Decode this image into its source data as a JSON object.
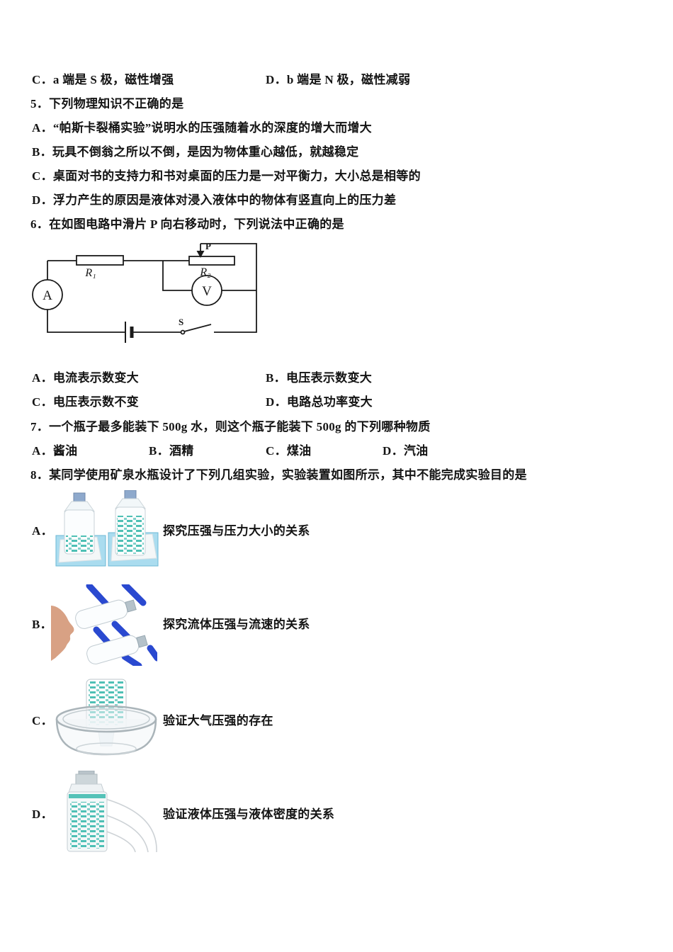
{
  "q4": {
    "option_c": "C．a 端是 S 极，磁性增强",
    "option_d": "D．b 端是 N 极，磁性减弱"
  },
  "q5": {
    "stem": "5．下列物理知识不正确的是",
    "option_a": "A．“帕斯卡裂桶实验”说明水的压强随着水的深度的增大而增大",
    "option_b": "B．玩具不倒翁之所以不倒，是因为物体重心越低，就越稳定",
    "option_c": "C．桌面对书的支持力和书对桌面的压力是一对平衡力，大小总是相等的",
    "option_d": "D．浮力产生的原因是液体对浸入液体中的物体有竖直向上的压力差"
  },
  "q6": {
    "stem": "6．在如图电路中滑片 P 向右移动时，下列说法中正确的是",
    "circuit": {
      "ammeter_label": "A",
      "voltmeter_label": "V",
      "resistor1_label": "R₁",
      "resistor2_label": "R₂",
      "slider_label": "P",
      "switch_label": "S"
    },
    "option_a": "A．电流表示数变大",
    "option_b": "B．电压表示数变大",
    "option_c": "C．电压表示数不变",
    "option_d": "D．电路总功率变大"
  },
  "q7": {
    "stem": "7．一个瓶子最多能装下 500g 水，则这个瓶子能装下 500g 的下列哪种物质",
    "option_a": "A．酱油",
    "option_b": "B．酒精",
    "option_c": "C．煤油",
    "option_d": "D．汽油"
  },
  "q8": {
    "stem": "8．某同学使用矿泉水瓶设计了下列几组实验，实验装置如图所示，其中不能完成实验目的是",
    "item_a": {
      "label": "A．",
      "caption": "探究压强与压力大小的关系"
    },
    "item_b": {
      "label": "B．",
      "caption": "探究流体压强与流速的关系"
    },
    "item_c": {
      "label": "C．",
      "caption": "验证大气压强的存在"
    },
    "item_d": {
      "label": "D．",
      "caption": "验证液体压强与液体密度的关系"
    }
  },
  "colors": {
    "ink": "#141414",
    "teal_water": "#4ec0b5",
    "tray_blue": "#aadcef",
    "strap_blue": "#2a49d0",
    "skin": "#d8a184",
    "cap_blue_gray": "#8ea9cc",
    "glass_gray": "#aab4b9"
  }
}
